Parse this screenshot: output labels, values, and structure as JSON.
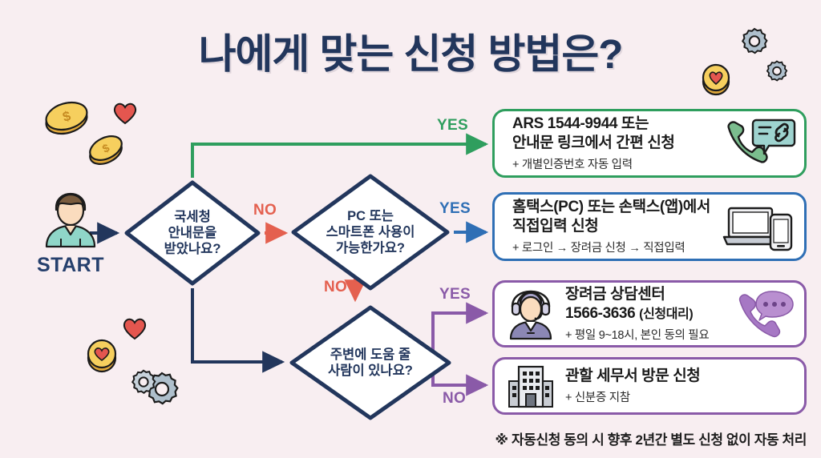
{
  "page": {
    "title": "나에게 맞는 신청 방법은?",
    "background_color": "#f8eef1",
    "title_color": "#22365c",
    "footnote": "※ 자동신청 동의 시 향후 2년간 별도 신청 없이 자동 처리"
  },
  "start": {
    "label": "START",
    "icon": "person-icon"
  },
  "decisions": [
    {
      "id": "notice-received",
      "lines": [
        "국세청",
        "안내문을",
        "받았나요?"
      ]
    },
    {
      "id": "device-available",
      "lines": [
        "PC 또는",
        "스마트폰 사용이",
        "가능한가요?"
      ]
    },
    {
      "id": "helper-available",
      "lines": [
        "주변에 도움 줄",
        "사람이 있나요?"
      ]
    }
  ],
  "edges": [
    {
      "id": "yes-1",
      "label": "YES",
      "color": "#2f9e5e"
    },
    {
      "id": "no-1",
      "label": "NO",
      "color": "#e4604f"
    },
    {
      "id": "yes-2",
      "label": "YES",
      "color": "#2f6fb5"
    },
    {
      "id": "no-2",
      "label": "NO",
      "color": "#e4604f"
    },
    {
      "id": "yes-3",
      "label": "YES",
      "color": "#8a5aa8"
    },
    {
      "id": "no-3",
      "label": "NO",
      "color": "#8a5aa8"
    }
  ],
  "results": [
    {
      "id": "ars-simple-apply",
      "title_line1": "ARS 1544-9944 또는",
      "title_line2": "안내문 링크에서 간편 신청",
      "note": "+ 개별인증번호 자동 입력",
      "border_color": "#2f9e5e",
      "icons": [
        "phone-icon",
        "chat-link-icon"
      ]
    },
    {
      "id": "hometax-direct-apply",
      "title_line1": "홈택스(PC) 또는 손택스(앱)에서",
      "title_line2": "직접입력 신청",
      "note": "+ 로그인 → 장려금 신청 → 직접입력",
      "border_color": "#2f6fb5",
      "icons": [
        "laptop-icon",
        "smartphone-icon"
      ]
    },
    {
      "id": "call-center-apply",
      "title_line1": "장려금 상담센터",
      "title_line2": "1566-3636",
      "title_suffix": "(신청대리)",
      "note": "+ 평일 9~18시, 본인 동의 필요",
      "border_color": "#8a5aa8",
      "icons": [
        "headset-agent-icon",
        "phone-chat-icon"
      ]
    },
    {
      "id": "tax-office-visit",
      "title_line1": "관할 세무서 방문 신청",
      "note": "+ 신분증 지참",
      "border_color": "#8a5aa8",
      "icons": [
        "building-icon"
      ]
    }
  ],
  "decorations": [
    {
      "id": "coin-dollar-1",
      "icon": "coin-dollar-icon"
    },
    {
      "id": "coin-dollar-2",
      "icon": "coin-dollar-icon"
    },
    {
      "id": "heart-1",
      "icon": "heart-icon"
    },
    {
      "id": "heart-2",
      "icon": "heart-icon"
    },
    {
      "id": "coin-heart-left",
      "icon": "coin-heart-icon"
    },
    {
      "id": "coin-heart-right",
      "icon": "coin-heart-icon"
    },
    {
      "id": "gear-large-left",
      "icon": "gear-icon"
    },
    {
      "id": "gear-small-left",
      "icon": "gear-icon"
    },
    {
      "id": "gear-large-right",
      "icon": "gear-icon"
    },
    {
      "id": "gear-small-right",
      "icon": "gear-icon"
    }
  ]
}
